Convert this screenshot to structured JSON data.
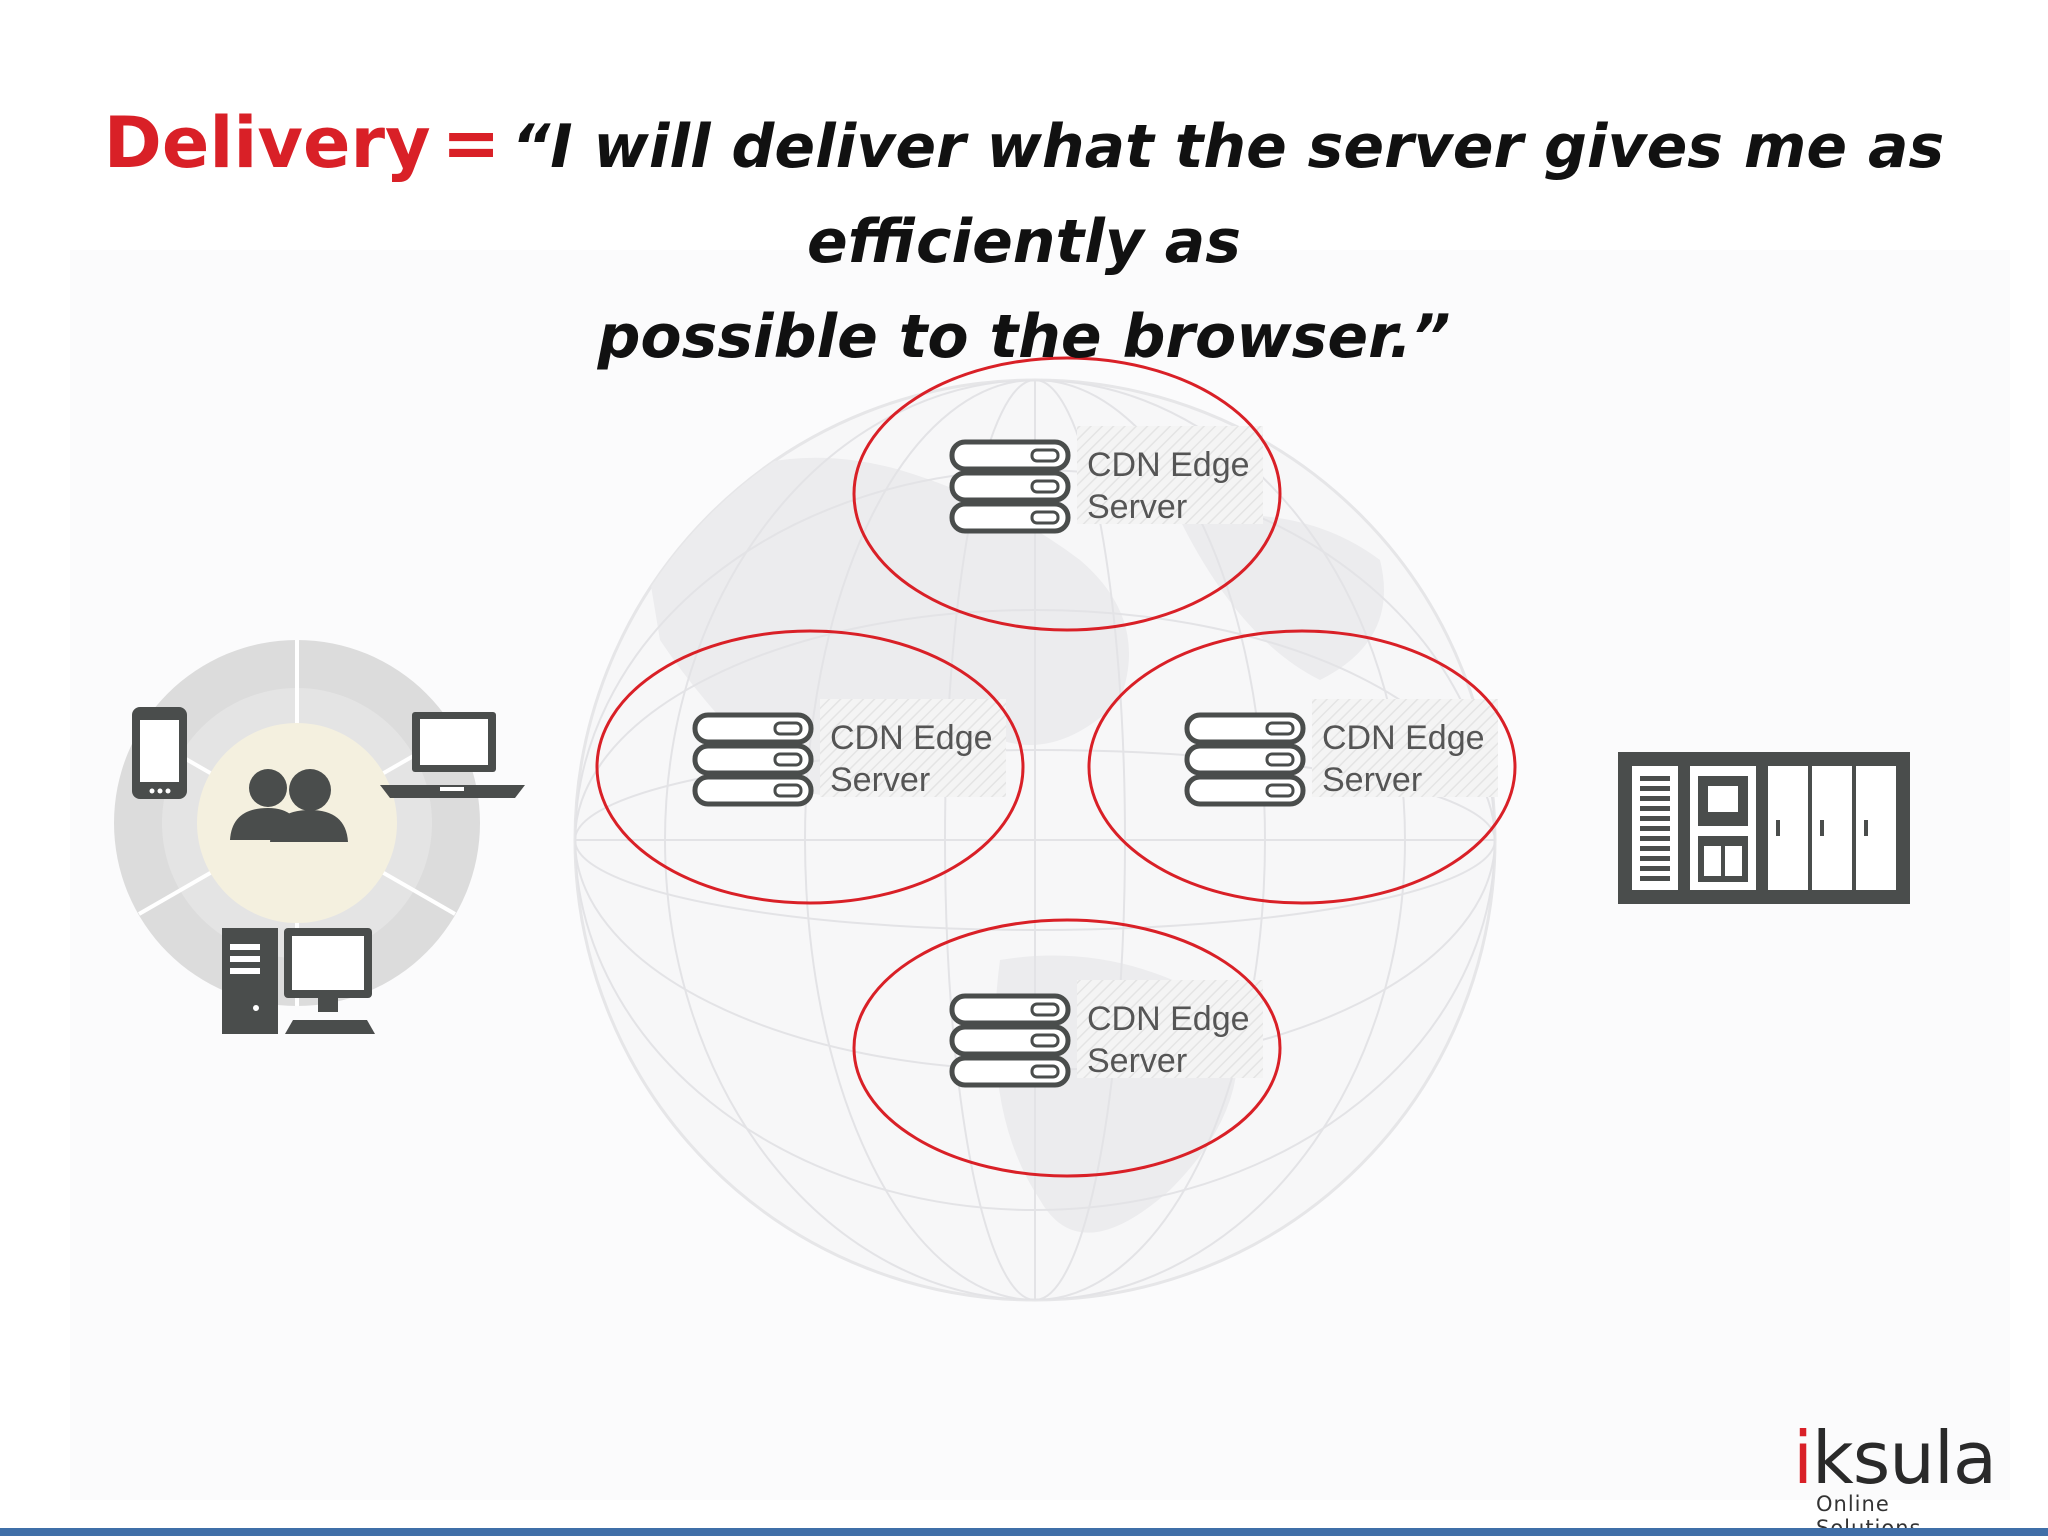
{
  "headline": {
    "term": "Delivery",
    "equals": "=",
    "quote_line1": "“I will deliver what the server gives me as efficiently as",
    "quote_line2": "possible to the browser.”"
  },
  "edge_servers": [
    {
      "line1": "CDN Edge",
      "line2": "Server"
    },
    {
      "line1": "CDN Edge",
      "line2": "Server"
    },
    {
      "line1": "CDN Edge",
      "line2": "Server"
    },
    {
      "line1": "CDN Edge",
      "line2": "Server"
    }
  ],
  "logo": {
    "i": "i",
    "rest": "ksula",
    "tagline": "Online Solutions"
  },
  "colors": {
    "accent_red": "#d92027",
    "icon_dark": "#4a4d4c",
    "bar_blue": "#3f6fa8"
  },
  "icons": [
    "mobile-phone-icon",
    "laptop-icon",
    "users-icon",
    "desktop-computer-icon",
    "server-stack-icon",
    "origin-server-icon",
    "globe-icon"
  ]
}
